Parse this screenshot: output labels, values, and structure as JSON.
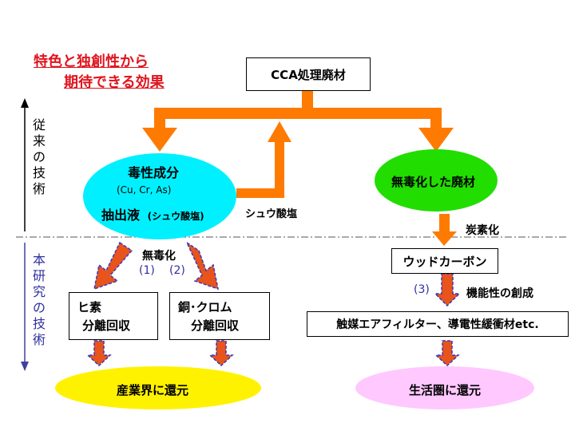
{
  "header": {
    "line1": "特色と独創性から",
    "line2": "期待できる効果"
  },
  "side": {
    "conventional": [
      "従",
      "来",
      "の",
      "技",
      "術"
    ],
    "this_study": [
      "本",
      "研",
      "究",
      "の",
      "技",
      "術"
    ]
  },
  "nodes": {
    "cca": "CCA処理廃材",
    "toxic_title": "毒性成分",
    "toxic_elements": "(Cu, Cr, As)",
    "extract": "抽出液",
    "extract_sub": "(シュウ酸塩)",
    "detox_waste": "無毒化した廃材",
    "arsenic": "ヒ素",
    "arsenic_sub": "分離回収",
    "cucr": "銅･クロム",
    "cucr_sub": "分離回収",
    "wood_carbon": "ウッドカーボン",
    "applications": "触媒エアフィルター、導電性緩衝材etc.",
    "industry": "産業界に還元",
    "life": "生活圏に還元"
  },
  "labels": {
    "oxalate": "シュウ酸塩",
    "carbonize": "炭素化",
    "detoxify": "無毒化",
    "n1": "(1)",
    "n2": "(2)",
    "n3": "(3)",
    "function": "機能性の創成"
  },
  "colors": {
    "arrow_orange": "#ff7a00",
    "arrow_red_orange": "#e8541c",
    "dash_blue": "#3a3ab8",
    "cyan": "#00f0ff",
    "green": "#22dd00",
    "yellow": "#fff200",
    "pink": "#ffc8ff",
    "heading_red": "#e0141e"
  }
}
